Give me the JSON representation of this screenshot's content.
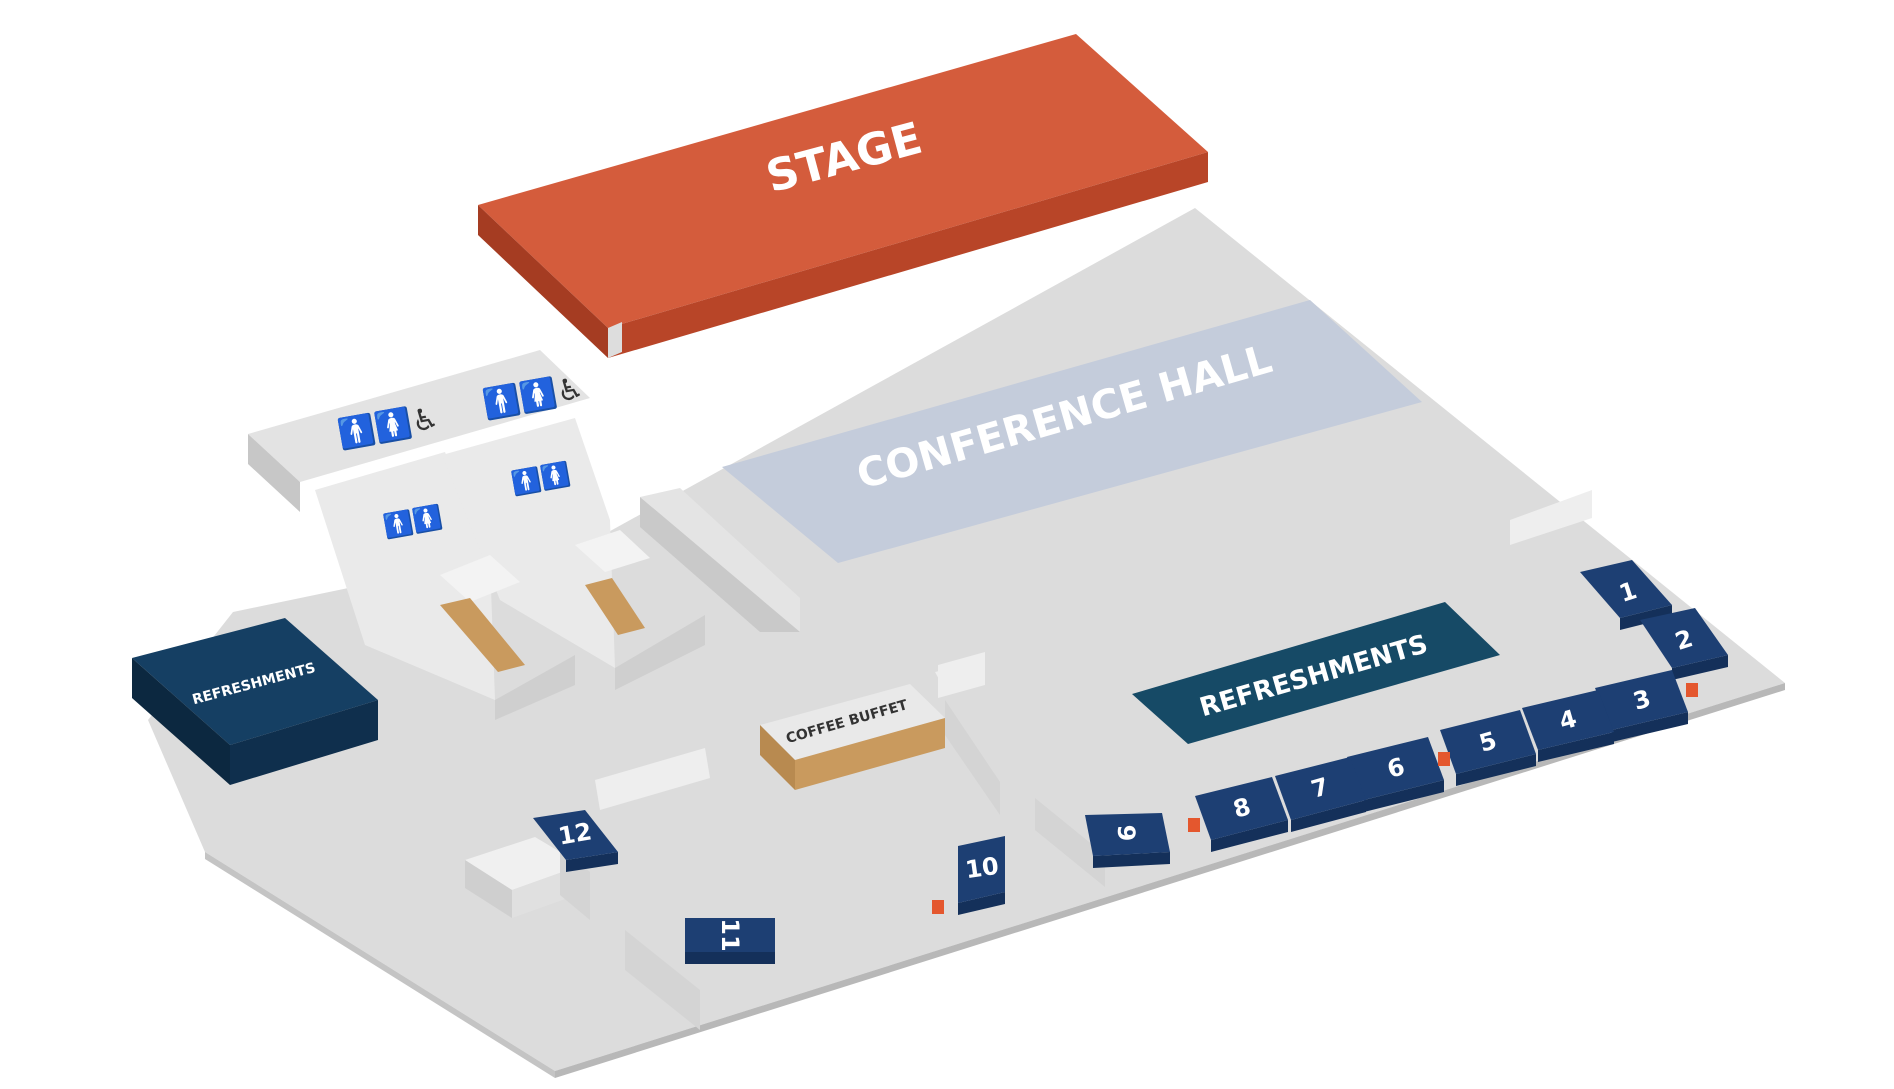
{
  "colors": {
    "floor": "#dcdcdc",
    "floor_edge": "#b8b8b8",
    "stage": "#d45c3c",
    "stage_side": "#b84528",
    "hall_zone": "#c4ccdb",
    "booth": "#1d3f73",
    "booth_side": "#14305a",
    "refreshments_zone": "#164a66",
    "refreshments_block": "#153f63",
    "wall": "#eeeeee",
    "wall_side": "#bdbdbd",
    "marker": "#e4572e",
    "wood": "#c99a5e"
  },
  "labels": {
    "stage": "STAGE",
    "conference_hall": "CONFERENCE HALL",
    "refreshments_main": "REFRESHMENTS",
    "refreshments_side": "REFRESHMENTS",
    "coffee_buffet": "COFFEE BUFFET"
  },
  "icons": {
    "restroom_full": "restroom-accessible-icon",
    "restroom_stall": "restroom-icon",
    "restroom_full_glyph": "🚹🚺♿",
    "restroom_stall_glyph": "🚹🚺"
  },
  "booths": [
    {
      "id": "booth-1",
      "number": "1"
    },
    {
      "id": "booth-2",
      "number": "2"
    },
    {
      "id": "booth-3",
      "number": "3"
    },
    {
      "id": "booth-4",
      "number": "4"
    },
    {
      "id": "booth-5",
      "number": "5"
    },
    {
      "id": "booth-6",
      "number": "6"
    },
    {
      "id": "booth-7",
      "number": "7"
    },
    {
      "id": "booth-8",
      "number": "8"
    },
    {
      "id": "booth-9",
      "number": "9"
    },
    {
      "id": "booth-10",
      "number": "10"
    },
    {
      "id": "booth-11",
      "number": "11"
    },
    {
      "id": "booth-12",
      "number": "12"
    }
  ]
}
